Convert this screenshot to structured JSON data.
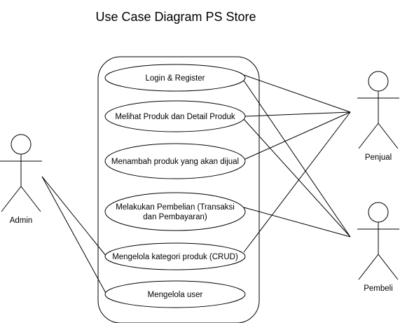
{
  "title": "Use Case Diagram PS Store",
  "use_cases": [
    {
      "id": "login",
      "lines": [
        "Login & Register"
      ]
    },
    {
      "id": "lihat",
      "lines": [
        "Melihat Produk dan Detail Produk"
      ]
    },
    {
      "id": "tambah",
      "lines": [
        "Menambah produk yang akan dijual"
      ]
    },
    {
      "id": "beli",
      "lines": [
        "Melakukan Pembelian (Transaksi",
        "dan Pembayaran)"
      ]
    },
    {
      "id": "kategori",
      "lines": [
        "Mengelola kategori produk (CRUD)"
      ]
    },
    {
      "id": "user",
      "lines": [
        "Mengelola user"
      ]
    }
  ],
  "actors": [
    {
      "id": "admin",
      "label": "Admin"
    },
    {
      "id": "penjual",
      "label": "Penjual"
    },
    {
      "id": "pembeli",
      "label": "Pembeli"
    }
  ],
  "associations": [
    {
      "actor": "admin",
      "use_case": "kategori"
    },
    {
      "actor": "admin",
      "use_case": "user"
    },
    {
      "actor": "penjual",
      "use_case": "login"
    },
    {
      "actor": "penjual",
      "use_case": "lihat"
    },
    {
      "actor": "penjual",
      "use_case": "tambah"
    },
    {
      "actor": "penjual",
      "use_case": "kategori"
    },
    {
      "actor": "pembeli",
      "use_case": "login"
    },
    {
      "actor": "pembeli",
      "use_case": "lihat"
    },
    {
      "actor": "pembeli",
      "use_case": "beli"
    }
  ]
}
